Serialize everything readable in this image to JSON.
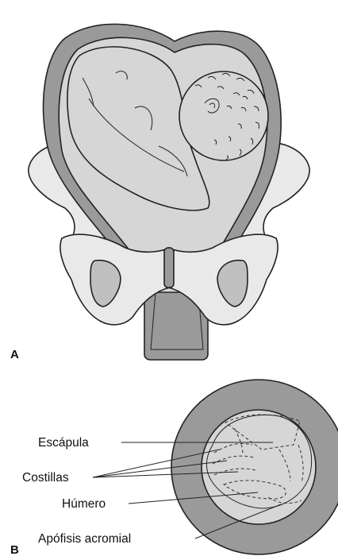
{
  "panels": {
    "a": {
      "letter": "A"
    },
    "b": {
      "letter": "B"
    }
  },
  "labels": {
    "scapula": "Escápula",
    "ribs": "Costillas",
    "humerus": "Húmero",
    "acromion": "Apófisis acromial"
  },
  "colors": {
    "uterus_wall": "#9a9a9a",
    "cavity": "#d6d6d6",
    "bone": "#e9e9e9",
    "outline": "#222222"
  }
}
